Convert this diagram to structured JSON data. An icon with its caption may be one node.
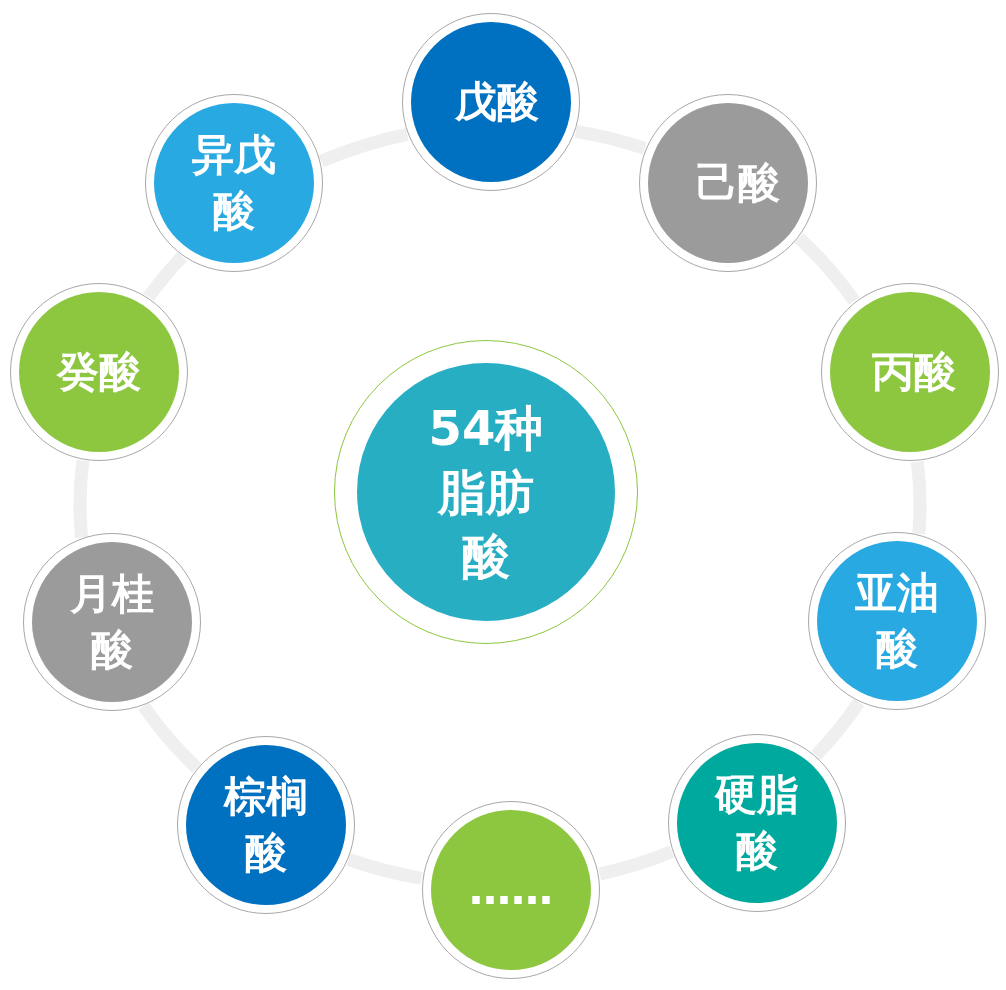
{
  "diagram": {
    "nodes": [
      {
        "text": [
          "54种脂肪酸"
        ]
      },
      {
        "text": [
          "戊酸"
        ]
      },
      {
        "text": [
          "己酸"
        ]
      },
      {
        "text": [
          "丙酸"
        ]
      },
      {
        "text": [
          "亚油酸"
        ]
      },
      {
        "text": [
          "硬脂酸"
        ]
      },
      {
        "text": [
          "……"
        ]
      },
      {
        "text": [
          "棕榈酸"
        ]
      },
      {
        "text": [
          "月桂酸"
        ]
      },
      {
        "text": [
          "癸酸"
        ]
      },
      {
        "text": [
          "异戊酸"
        ]
      }
    ],
    "edges": [
      {
        "from": 1,
        "to": 2,
        "arrow": "none"
      },
      {
        "from": 2,
        "to": 3,
        "arrow": "none"
      },
      {
        "from": 3,
        "to": 4,
        "arrow": "none"
      },
      {
        "from": 4,
        "to": 5,
        "arrow": "none"
      },
      {
        "from": 5,
        "to": 6,
        "arrow": "none"
      },
      {
        "from": 6,
        "to": 7,
        "arrow": "none"
      },
      {
        "from": 7,
        "to": 8,
        "arrow": "none"
      },
      {
        "from": 8,
        "to": 9,
        "arrow": "none"
      },
      {
        "from": 9,
        "to": 10,
        "arrow": "none"
      },
      {
        "from": 10,
        "to": 1,
        "arrow": "none"
      }
    ]
  }
}
